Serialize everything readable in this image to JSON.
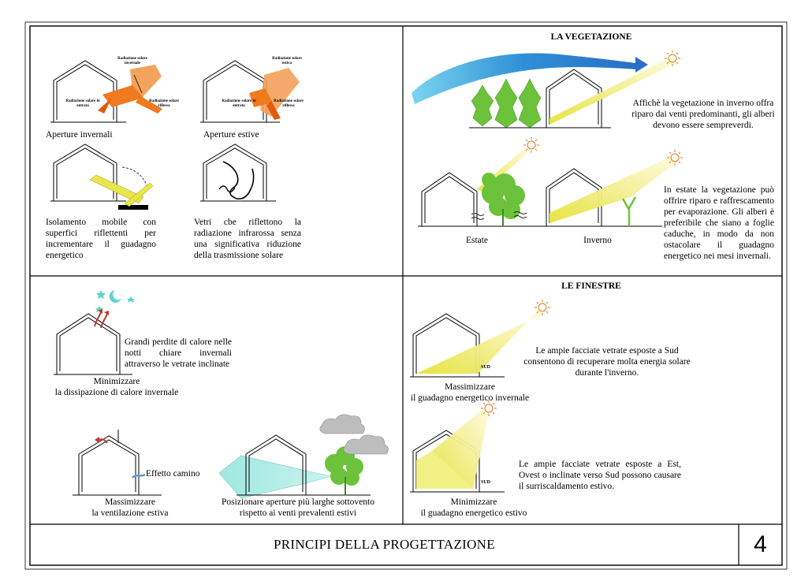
{
  "footer": {
    "title": "PRINCIPI DELLA PROGETTAZIONE",
    "page_number": "4"
  },
  "colors": {
    "sun_ray": "#e8e64a",
    "arrow_orange": "#f07a1e",
    "wind_blue": "#2f8fd6",
    "wind_cyan": "#7fe0d8",
    "tree_green": "#6cc23a",
    "cloud_gray": "#a9a9a9"
  },
  "q1": {
    "aperture_invernali": "Aperture invernali",
    "aperture_estive": "Aperture estive",
    "inv_ray_incoming": "Radiazione solare invernale",
    "inv_ray_entering": "Radiazione solare in entrata",
    "inv_ray_reflected": "Radiazione solare riflessa",
    "est_ray_incoming": "Radiazione solare estiva",
    "est_ray_entering": "Radiazione solare in entrata",
    "est_ray_reflected": "Radiazione solare riflessa",
    "isolamento_text": "Isolamento mobile con superfici riflettenti per incrementare il guadagno energetico",
    "vetri_text": "Vetri cbe riflettono la radiazione infrarossa senza una significativa riduzione della trasmissione solare"
  },
  "q2": {
    "heading": "LA VEGETAZIONE",
    "winter_text": "Affichè la vegetazione in inverno offra riparo dai venti predominanti, gli alberi devono essere sempreverdi.",
    "summer_text": "In estate la vegetazione può offrire riparo e raffrescamento per evaporazione. Gli alberi è preferibile che siano a foglie caduche, in modo da non ostacolare il guadagno energetico nei mesi invernali.",
    "label_estate": "Estate",
    "label_inverno": "Inverno"
  },
  "q3": {
    "perdite_text": "Grandi perdite di calore nelle notti chiare invernali attraverso le vetrate inclinate",
    "caption_dissipazione": "Minimizzare\nla dissipazione di calore invernale",
    "effetto_camino": "Effetto camino",
    "caption_ventilazione": "Massimizzare\nla ventilazione estiva",
    "aperture_text": "Posizionare aperture più larghe sottovento rispetto ai venti prevalenti estivi"
  },
  "q4": {
    "heading": "LE FINESTRE",
    "sud_label_1": "SUD",
    "sud_label_2": "SUD",
    "text_sud": "Le ampie facciate vetrate esposte a Sud consentono di recuperare molta energia solare durante l'inverno.",
    "caption_max": "Massimizzare\nil guadagno energetico invernale",
    "text_est_ovest": "Le ampie facciate vetrate esposte a Est, Ovest o inclinate verso Sud possono causare il surriscaldamento estivo.",
    "caption_min": "Minimizzare\nil guadagno energetico estivo"
  }
}
